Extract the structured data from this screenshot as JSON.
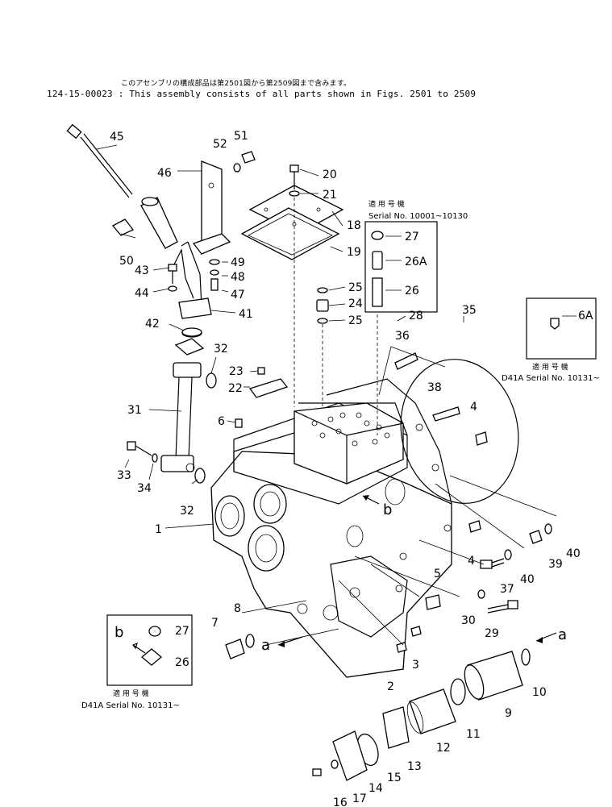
{
  "header": {
    "japanese_note": "このアセンブリの構成部品は第2501図から第2509図まで含みます。",
    "assembly_note": "124-15-00023 : This assembly consists of all parts shown in Figs. 2501 to 2509"
  },
  "callouts": {
    "inset_top_right": {
      "jp_label": "適 用 号 機",
      "serial": "Serial No. 10001~10130"
    },
    "inset_6a": {
      "jp_label": "適 用 号 機",
      "serial": "D41A Serial No. 10131~"
    },
    "inset_b": {
      "jp_label": "適 用 号 機",
      "serial": "D41A Serial No. 10131~"
    }
  },
  "part_numbers": {
    "p1": "1",
    "p2": "2",
    "p3": "3",
    "p4a": "4",
    "p4b": "4",
    "p5": "5",
    "p6": "6",
    "p6a": "6A",
    "p7": "7",
    "p8": "8",
    "p9": "9",
    "p10": "10",
    "p11": "11",
    "p12": "12",
    "p13": "13",
    "p14": "14",
    "p15": "15",
    "p16": "16",
    "p17": "17",
    "p18": "18",
    "p19": "19",
    "p20": "20",
    "p21": "21",
    "p22": "22",
    "p23": "23",
    "p24": "24",
    "p25a": "25",
    "p25b": "25",
    "p26": "26",
    "p26a": "26A",
    "p26b": "26",
    "p27": "27",
    "p27b": "27",
    "p28": "28",
    "p29": "29",
    "p30": "30",
    "p31": "31",
    "p32a": "32",
    "p32b": "32",
    "p33": "33",
    "p34": "34",
    "p35": "35",
    "p36": "36",
    "p37": "37",
    "p38": "38",
    "p39": "39",
    "p40a": "40",
    "p40b": "40",
    "p41": "41",
    "p42": "42",
    "p43": "43",
    "p44": "44",
    "p45": "45",
    "p46": "46",
    "p47": "47",
    "p48": "48",
    "p49": "49",
    "p50": "50",
    "p51": "51",
    "p52": "52"
  },
  "view_markers": {
    "a1": "a",
    "a2": "a",
    "b1": "b",
    "b2": "b"
  }
}
